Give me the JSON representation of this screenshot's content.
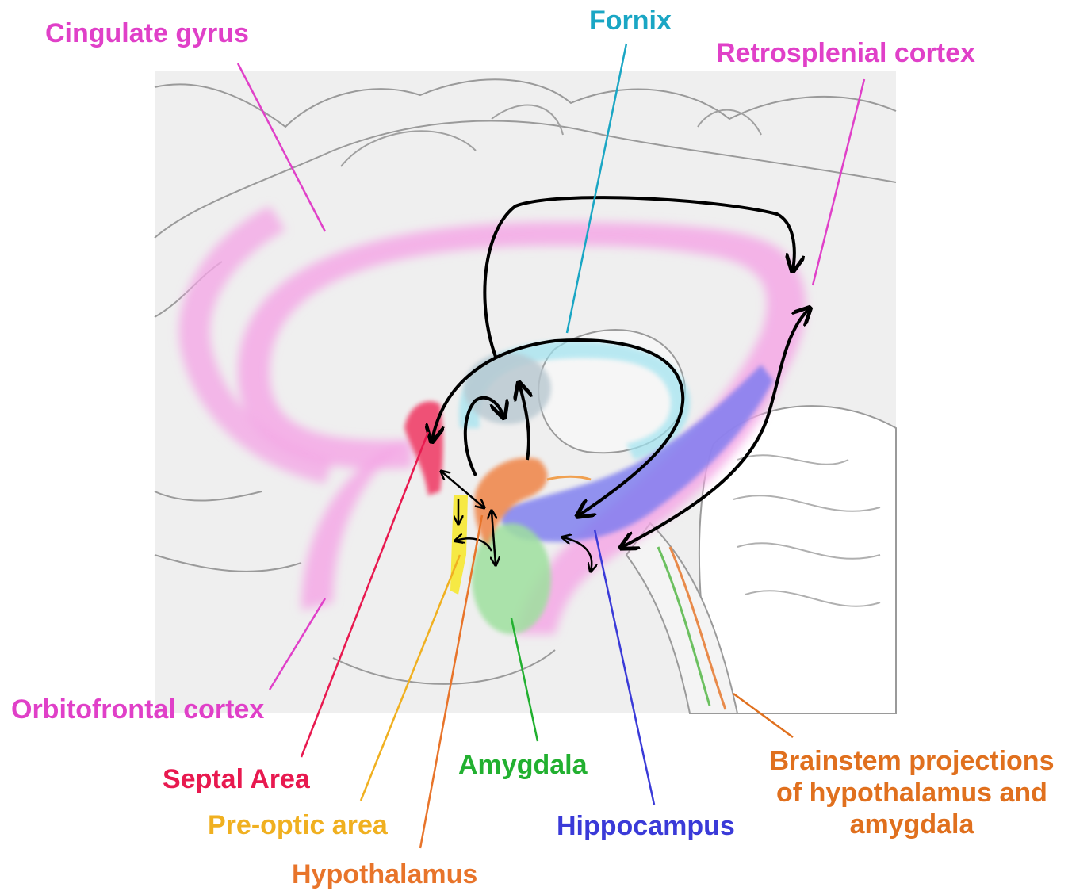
{
  "labels": {
    "cingulate_gyrus": "Cingulate gyrus",
    "fornix": "Fornix",
    "retrosplenial_cortex": "Retrosplenial cortex",
    "orbitofrontal_cortex": "Orbitofrontal cortex",
    "septal_area": "Septal Area",
    "preoptic_area": "Pre-optic area",
    "hypothalamus": "Hypothalamus",
    "amygdala": "Amygdala",
    "hippocampus": "Hippocampus",
    "brainstem_line1": "Brainstem projections",
    "brainstem_line2": "of hypothalamus and",
    "brainstem_line3": "amygdala"
  },
  "colors": {
    "cingulate": "#e040c8",
    "fornix": "#1aa6c4",
    "septal": "#e8194f",
    "preoptic": "#f0b020",
    "hypothalamus": "#e8742a",
    "amygdala": "#22b030",
    "hippocampus": "#3a3ad8",
    "brainstem": "#e0701e",
    "retrosplenial": "#e040c8",
    "orbitofrontal": "#e040c8"
  }
}
